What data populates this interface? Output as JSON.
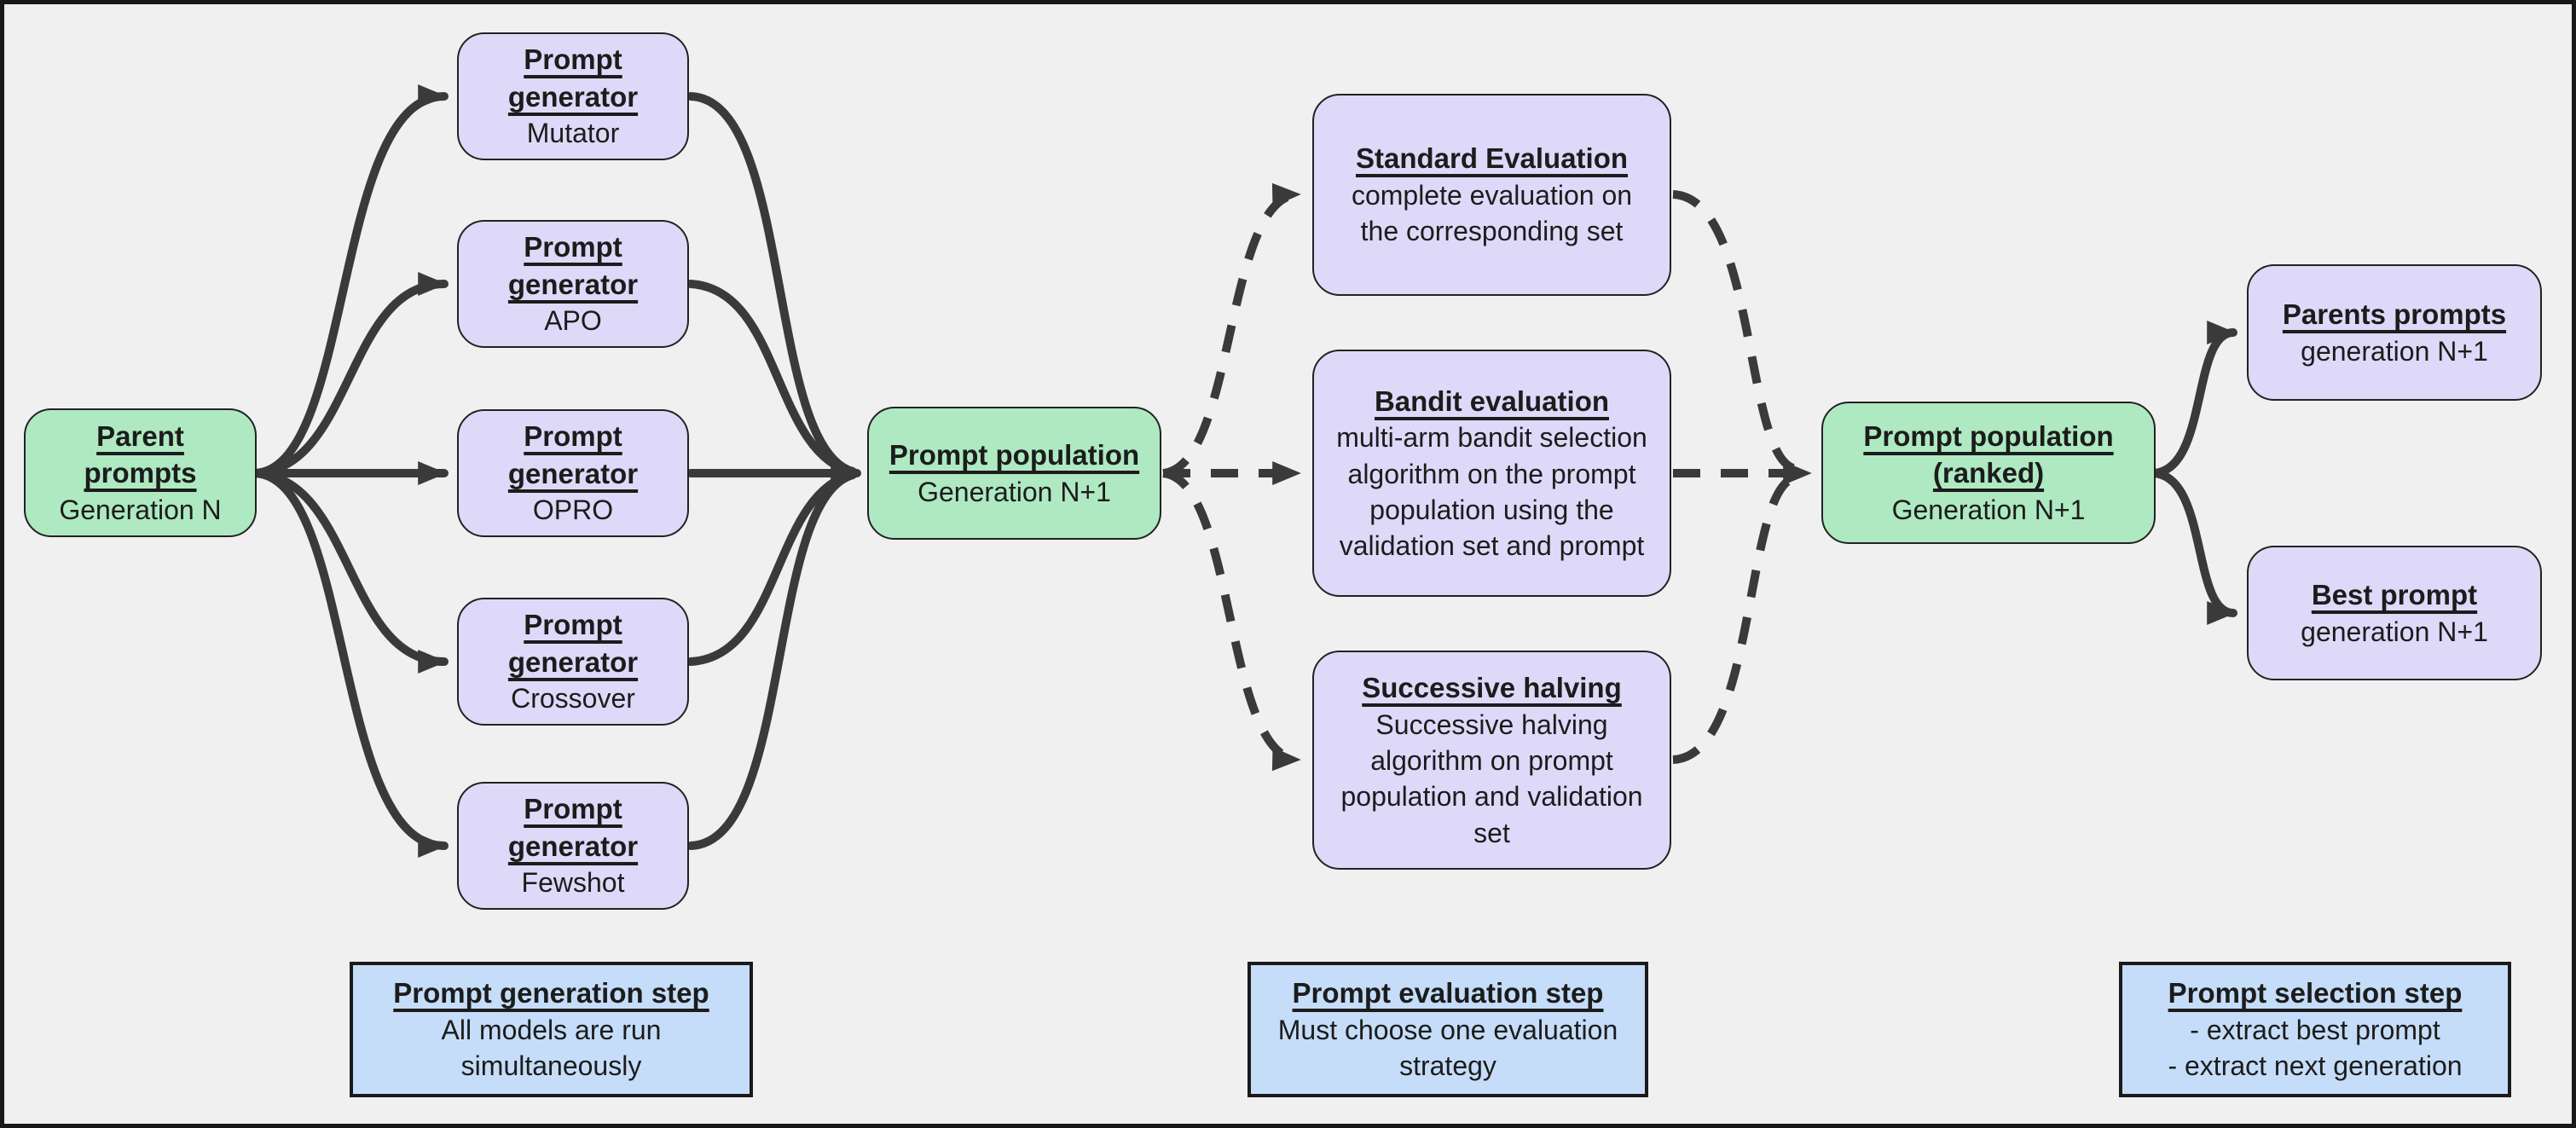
{
  "diagram": {
    "nodes": {
      "parent_prompts": {
        "title": "Parent prompts",
        "subtitle": "Generation N"
      },
      "generators": [
        {
          "title": "Prompt generator",
          "subtitle": "Mutator"
        },
        {
          "title": "Prompt generator",
          "subtitle": "APO"
        },
        {
          "title": "Prompt generator",
          "subtitle": "OPRO"
        },
        {
          "title": "Prompt generator",
          "subtitle": "Crossover"
        },
        {
          "title": "Prompt generator",
          "subtitle": "Fewshot"
        }
      ],
      "prompt_population": {
        "title": "Prompt population",
        "subtitle": "Generation N+1"
      },
      "evaluations": [
        {
          "title": "Standard Evaluation",
          "body": "complete evaluation on the corresponding set"
        },
        {
          "title": "Bandit evaluation",
          "body": "multi-arm bandit selection algorithm on the prompt population using the validation set and prompt"
        },
        {
          "title": "Successive halving",
          "body": "Successive halving algorithm on prompt population and validation set"
        }
      ],
      "prompt_population_ranked": {
        "title": "Prompt population (ranked)",
        "subtitle": "Generation N+1"
      },
      "parents_prompts": {
        "title": "Parents prompts",
        "subtitle": "generation N+1"
      },
      "best_prompt": {
        "title": "Best prompt",
        "subtitle": "generation N+1"
      }
    },
    "steps": [
      {
        "title": "Prompt generation step",
        "body": "All models are run simultaneously"
      },
      {
        "title": "Prompt evaluation step",
        "body": "Must choose one evaluation strategy"
      },
      {
        "title": "Prompt selection step",
        "body": "- extract best prompt\n- extract next generation"
      }
    ],
    "colors": {
      "background": "#f0f0f0",
      "frame_border": "#181818",
      "node_green": "#aee9c1",
      "node_purple": "#ded9f8",
      "step_blue": "#c5ddf8",
      "arrow": "#3a3a3a",
      "text": "#1c1c1c"
    }
  }
}
